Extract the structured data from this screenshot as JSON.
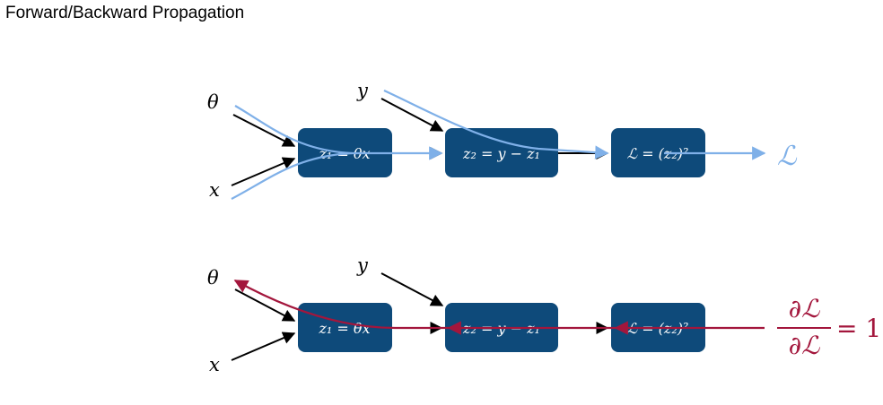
{
  "title": "Forward/Backward Propagation",
  "colors": {
    "node_fill": "#0e4a7a",
    "forward_flow": "#7fb0e8",
    "backward_flow": "#a3163c",
    "arrow_black": "#000000"
  },
  "forward": {
    "inputs": {
      "theta": "θ",
      "x": "x",
      "y": "y"
    },
    "nodes": [
      {
        "label": "z₁ = θx"
      },
      {
        "label": "z₂ = y − z₁"
      },
      {
        "label": "ℒ = (z₂)²"
      }
    ],
    "output": "ℒ"
  },
  "backward": {
    "inputs": {
      "theta": "θ",
      "x": "x",
      "y": "y"
    },
    "nodes": [
      {
        "label": "z₁ = θx"
      },
      {
        "label": "z₂ = y − z₁"
      },
      {
        "label": "ℒ = (z₂)²"
      }
    ],
    "gradient": {
      "numerator": "∂ℒ",
      "denominator": "∂ℒ",
      "equals": "= 1"
    }
  }
}
